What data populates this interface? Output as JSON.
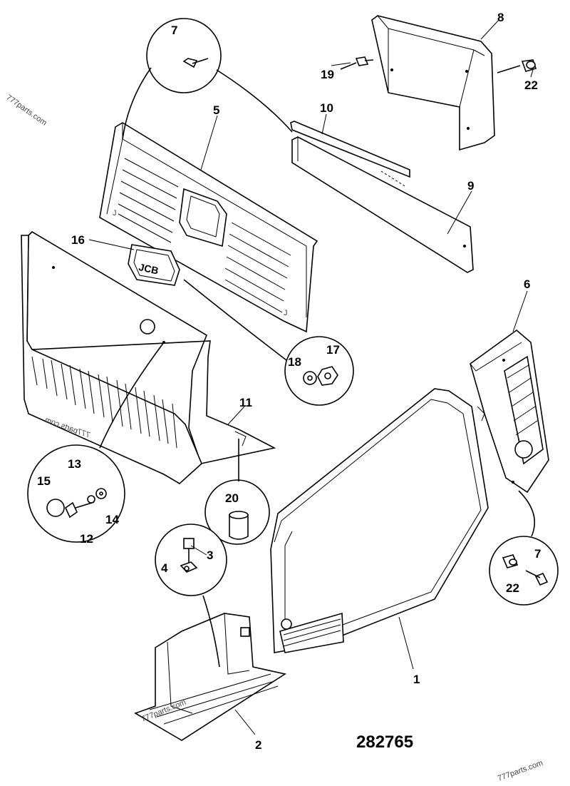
{
  "diagram": {
    "figure_number": "282765",
    "watermarks": [
      "777parts.com",
      "777parts.com",
      "777parts.com",
      "777parts.com"
    ],
    "callouts": {
      "c1": "1",
      "c2": "2",
      "c3": "3",
      "c4": "4",
      "c5": "5",
      "c6": "6",
      "c7a": "7",
      "c7b": "7",
      "c8": "8",
      "c9": "9",
      "c10": "10",
      "c11": "11",
      "c12": "12",
      "c13": "13",
      "c14": "14",
      "c15": "15",
      "c16": "16",
      "c17": "17",
      "c18": "18",
      "c19": "19",
      "c20": "20",
      "c22a": "22",
      "c22b": "22"
    }
  }
}
